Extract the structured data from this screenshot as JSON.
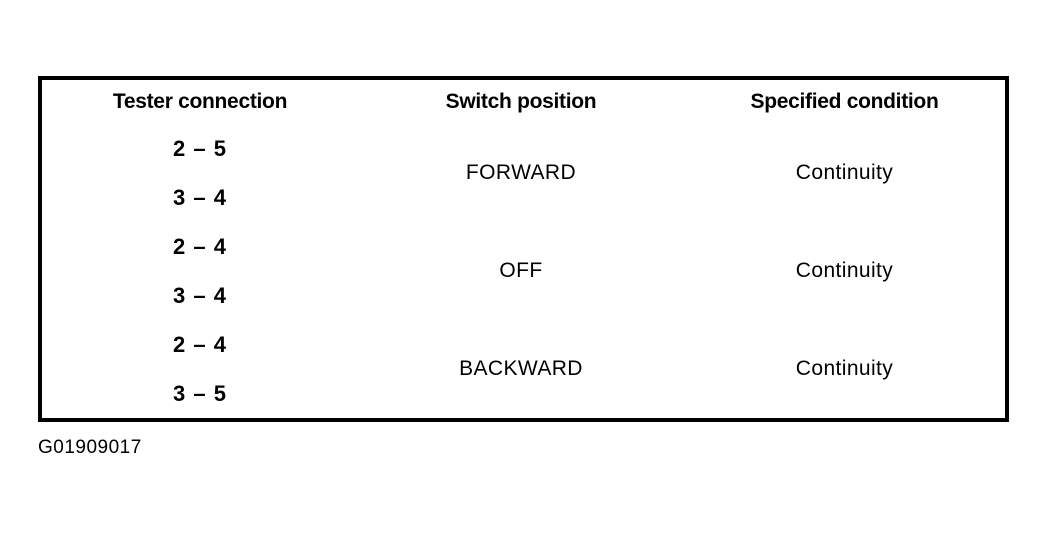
{
  "table": {
    "headers": [
      "Tester connection",
      "Switch position",
      "Specified condition"
    ],
    "groups": [
      {
        "tester_connections": [
          "2 – 5",
          "3 – 4"
        ],
        "switch_position": "FORWARD",
        "specified_condition": "Continuity"
      },
      {
        "tester_connections": [
          "2 – 4",
          "3 – 4"
        ],
        "switch_position": "OFF",
        "specified_condition": "Continuity"
      },
      {
        "tester_connections": [
          "2 – 4",
          "3 – 5"
        ],
        "switch_position": "BACKWARD",
        "specified_condition": "Continuity"
      }
    ]
  },
  "figure_id": "G01909017",
  "colors": {
    "background": "#ffffff",
    "border": "#000000",
    "text": "#000000"
  }
}
